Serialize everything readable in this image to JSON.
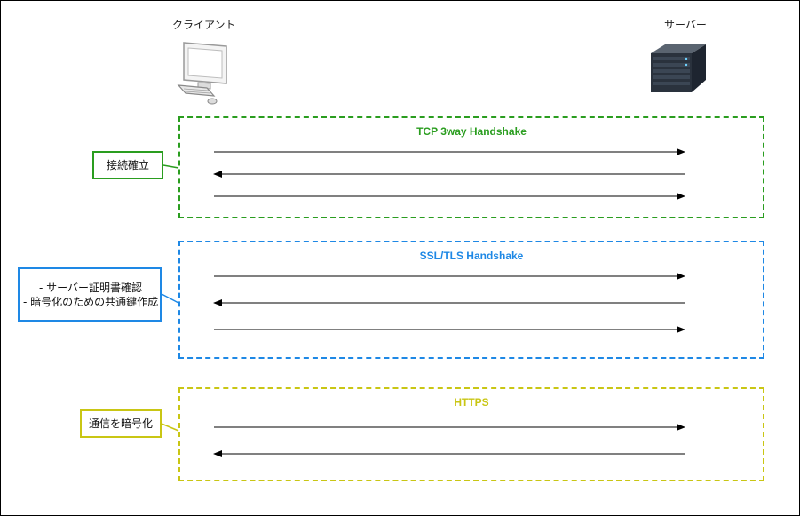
{
  "actors": {
    "client": {
      "label": "クライアント",
      "icon": "desktop-computer-icon"
    },
    "server": {
      "label": "サーバー",
      "icon": "server-rack-icon"
    }
  },
  "groups": [
    {
      "id": "tcp",
      "title": "TCP 3way Handshake",
      "color": "#2a9d1f",
      "note": [
        "接続確立"
      ],
      "arrows": [
        "to-server",
        "to-client",
        "to-server"
      ]
    },
    {
      "id": "ssl",
      "title": "SSL/TLS Handshake",
      "color": "#1e88e5",
      "note": [
        "- サーバー証明書確認",
        "- 暗号化のための共通鍵作成"
      ],
      "arrows": [
        "to-server",
        "to-client",
        "to-server"
      ]
    },
    {
      "id": "https",
      "title": "HTTPS",
      "color": "#c9c614",
      "note": [
        "通信を暗号化"
      ],
      "arrows": [
        "to-server",
        "to-client"
      ]
    }
  ]
}
